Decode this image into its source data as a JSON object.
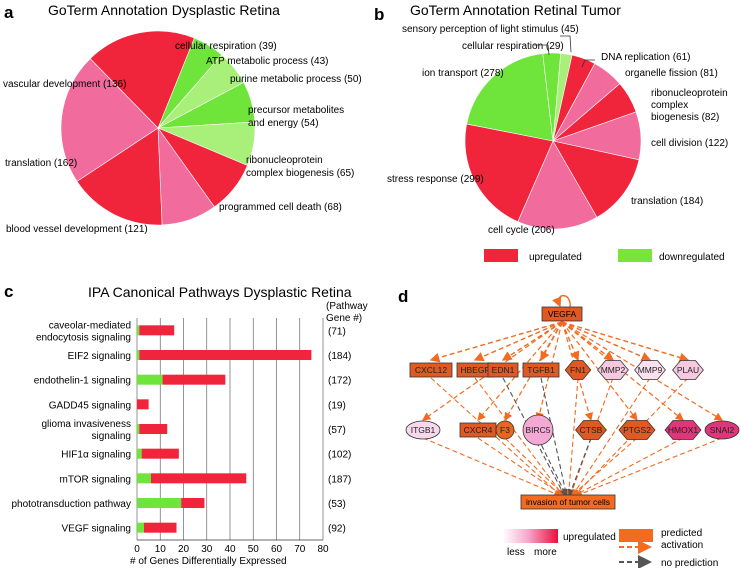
{
  "chart_data": [
    {
      "panel": "a",
      "type": "pie",
      "title": "GoTerm Annotation Dysplastic Retina",
      "slices": [
        {
          "label": "cellular respiration",
          "value": 39,
          "color": "#6fe43a"
        },
        {
          "label": "ATP metabolic process",
          "value": 43,
          "color": "#a9f07b"
        },
        {
          "label": "purine metabolic process",
          "value": 50,
          "color": "#6fe43a"
        },
        {
          "label": "precursor metabolites and energy",
          "value": 54,
          "color": "#a9f07b"
        },
        {
          "label": "ribonucleoprotein complex biogenesis",
          "value": 65,
          "color": "#f0243a"
        },
        {
          "label": "programmed cell death",
          "value": 68,
          "color": "#f16c9c"
        },
        {
          "label": "blood vessel development",
          "value": 121,
          "color": "#f0243a"
        },
        {
          "label": "translation",
          "value": 162,
          "color": "#f16c9c"
        },
        {
          "label": "vascular development",
          "value": 136,
          "color": "#f0243a"
        }
      ]
    },
    {
      "panel": "b",
      "type": "pie",
      "title": "GoTerm Annotation Retinal Tumor",
      "slices": [
        {
          "label": "cellular respiration",
          "value": 29,
          "color": "#a9f07b"
        },
        {
          "label": "DNA replication",
          "value": 61,
          "color": "#f0243a"
        },
        {
          "label": "organelle fission",
          "value": 81,
          "color": "#f16c9c"
        },
        {
          "label": "ribonucleoprotein complex biogenesis",
          "value": 82,
          "color": "#f0243a"
        },
        {
          "label": "cell division",
          "value": 122,
          "color": "#f16c9c"
        },
        {
          "label": "translation",
          "value": 184,
          "color": "#f0243a"
        },
        {
          "label": "cell cycle",
          "value": 206,
          "color": "#f16c9c"
        },
        {
          "label": "stress response",
          "value": 299,
          "color": "#f0243a"
        },
        {
          "label": "ion transport",
          "value": 278,
          "color": "#6fe43a"
        },
        {
          "label": "sensory perception of light stimulus",
          "value": 45,
          "color": "#6fe43a"
        }
      ],
      "legend": [
        {
          "label": "upregulated",
          "color": "#f0243a"
        },
        {
          "label": "downregulated",
          "color": "#7ae43c"
        }
      ]
    },
    {
      "panel": "c",
      "type": "bar",
      "orientation": "horizontal",
      "title": "IPA Canonical Pathways Dysplastic Retina",
      "xlabel": "# of Genes Differentially Expressed",
      "xlim": [
        0,
        80
      ],
      "xticks": [
        0,
        10,
        20,
        30,
        40,
        50,
        60,
        70,
        80
      ],
      "gene_count_header": "(Pathway Gene #)",
      "categories": [
        "caveolar-mediated endocytosis signaling",
        "EIF2 signaling",
        "endothelin-1 signaling",
        "GADD45 signaling",
        "glioma invasiveness signaling",
        "HIF1α signaling",
        "mTOR signaling",
        "phototransduction pathway",
        "VEGF signaling"
      ],
      "pathway_gene_counts": [
        "(71)",
        "(184)",
        "(172)",
        "(19)",
        "(57)",
        "(102)",
        "(187)",
        "(53)",
        "(92)"
      ],
      "series": [
        {
          "name": "downregulated",
          "color": "#6fe43a",
          "values": [
            1,
            1,
            11,
            0,
            1,
            2,
            6,
            19,
            3
          ]
        },
        {
          "name": "upregulated",
          "color": "#f0243a",
          "values": [
            15,
            74,
            27,
            5,
            12,
            16,
            41,
            10,
            14
          ]
        }
      ]
    },
    {
      "panel": "d",
      "type": "network",
      "hub": "VEGFA",
      "target": "invasion of tumor cells",
      "nodes_row1": [
        {
          "label": "CXCL12",
          "shape": "rect",
          "color": "#de5a22"
        },
        {
          "label": "HBEGF",
          "shape": "rect",
          "color": "#de5a22"
        },
        {
          "label": "EDN1",
          "shape": "rect",
          "color": "#de5a22"
        },
        {
          "label": "TGFB1",
          "shape": "rect",
          "color": "#de5a22"
        },
        {
          "label": "FN1",
          "shape": "diamond",
          "color": "#de5a22"
        },
        {
          "label": "MMP2",
          "shape": "diamond",
          "color": "#f7c9e0"
        },
        {
          "label": "MMP9",
          "shape": "diamond",
          "color": "#fbe0ef"
        },
        {
          "label": "PLAU",
          "shape": "diamond",
          "color": "#f7c9e0"
        }
      ],
      "nodes_row2": [
        {
          "label": "ITGB1",
          "shape": "ellipse",
          "color": "#f7d9ec"
        },
        {
          "label": "CXCR4",
          "shape": "rect",
          "color": "#de5a22"
        },
        {
          "label": "F3",
          "shape": "ellipse",
          "color": "#e8661e"
        },
        {
          "label": "BIRC5",
          "shape": "circle",
          "color": "#f4a8d4"
        },
        {
          "label": "CTSB",
          "shape": "diamond",
          "color": "#de5a22"
        },
        {
          "label": "PTGS2",
          "shape": "diamond",
          "color": "#de5a22"
        },
        {
          "label": "HMOX1",
          "shape": "diamond",
          "color": "#e0357a"
        },
        {
          "label": "SNAI2",
          "shape": "ellipse",
          "color": "#e0357a"
        }
      ],
      "legend": {
        "gradient_label": "upregulated",
        "less": "less",
        "more": "more",
        "predicted": "predicted",
        "activation": "activation",
        "no_prediction": "no prediction",
        "activation_color": "#f26b21",
        "no_prediction_color": "#555555"
      }
    }
  ]
}
